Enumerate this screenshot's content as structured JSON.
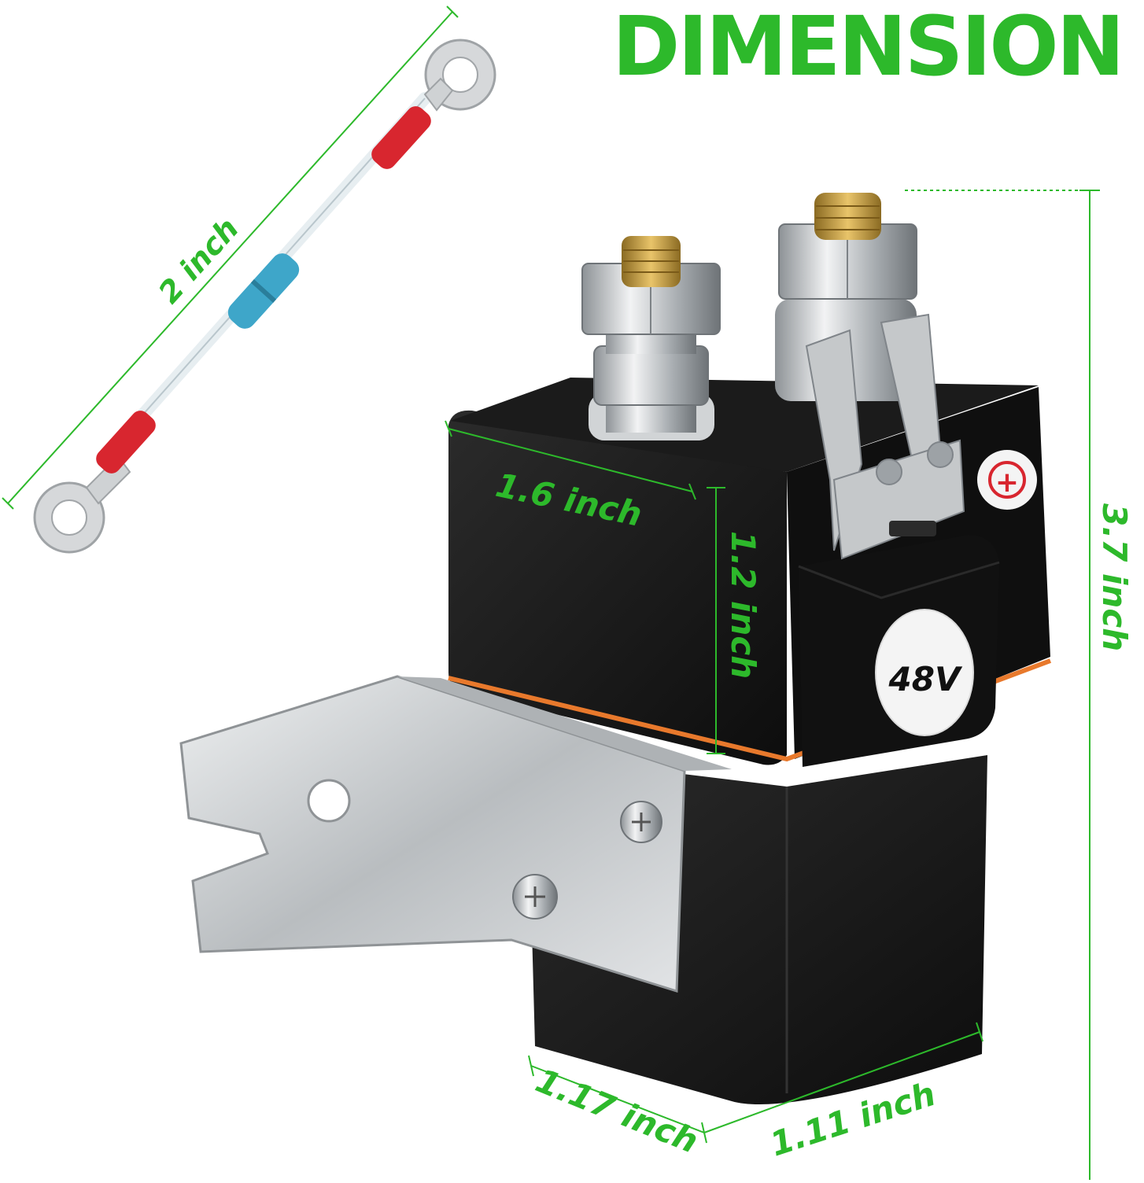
{
  "title": "DIMENSION",
  "colors": {
    "accent_green": "#2db92b",
    "body_black": "#141414",
    "band_orange": "#e8792c",
    "insulator_red": "#d8262f",
    "insulator_blue": "#3ea6c9",
    "bracket_silver": "#c9ccce",
    "brass": "#c9a24a"
  },
  "dimensions": {
    "cable_length": "2 inch",
    "top_width": "1.6 inch",
    "top_height": "1.2 inch",
    "total_height": "3.7 inch",
    "base_depth": "1.17 inch",
    "base_width": "1.11 inch"
  },
  "product": {
    "voltage_label": "48V",
    "polarity_symbol": "+"
  }
}
